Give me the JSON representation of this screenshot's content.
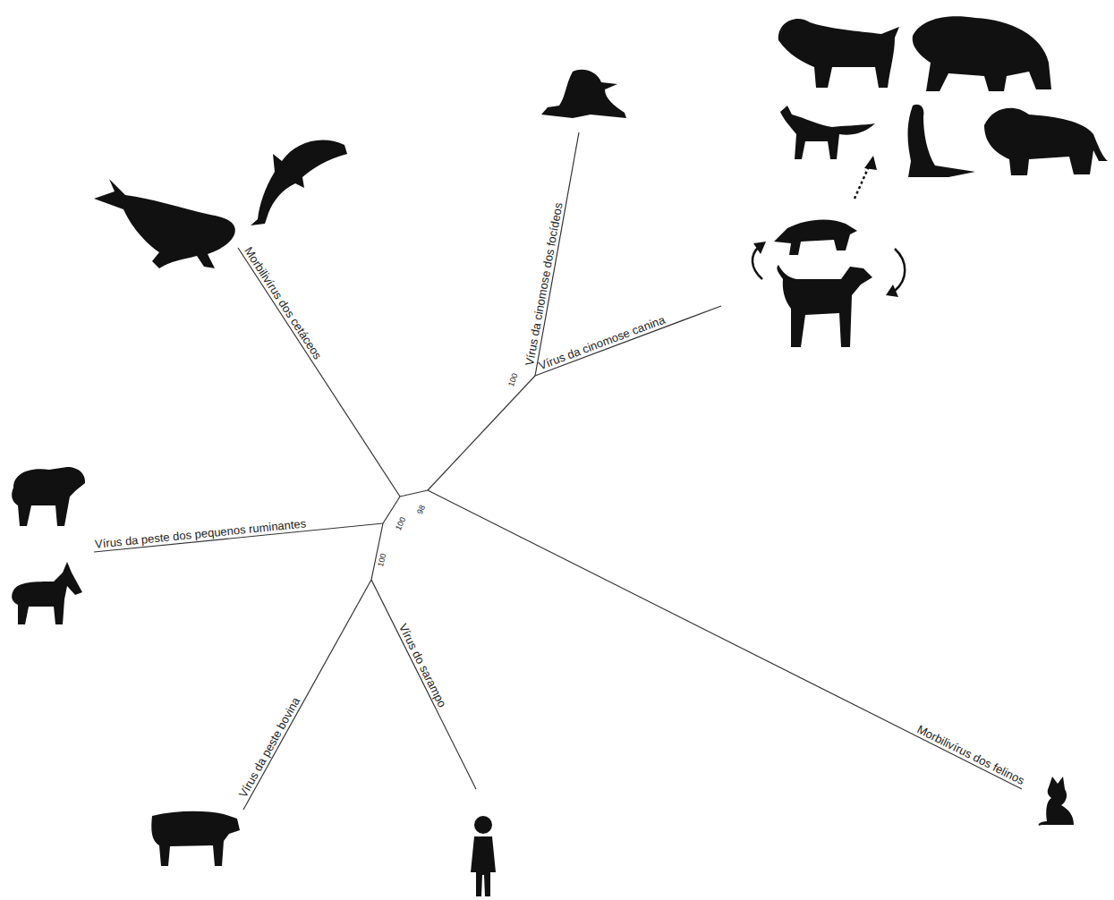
{
  "diagram": {
    "labels": [
      "Morbilivírus dos cetáceos",
      "Vírus da cinomose dos focídeos",
      "Vírus da cinomose canina",
      "Vírus da peste dos pequenos ruminantes",
      "Vírus da peste bovina",
      "Vírus do sarampo",
      "Morbilivírus dos felinos",
      "100",
      "98",
      "100",
      "100"
    ]
  }
}
